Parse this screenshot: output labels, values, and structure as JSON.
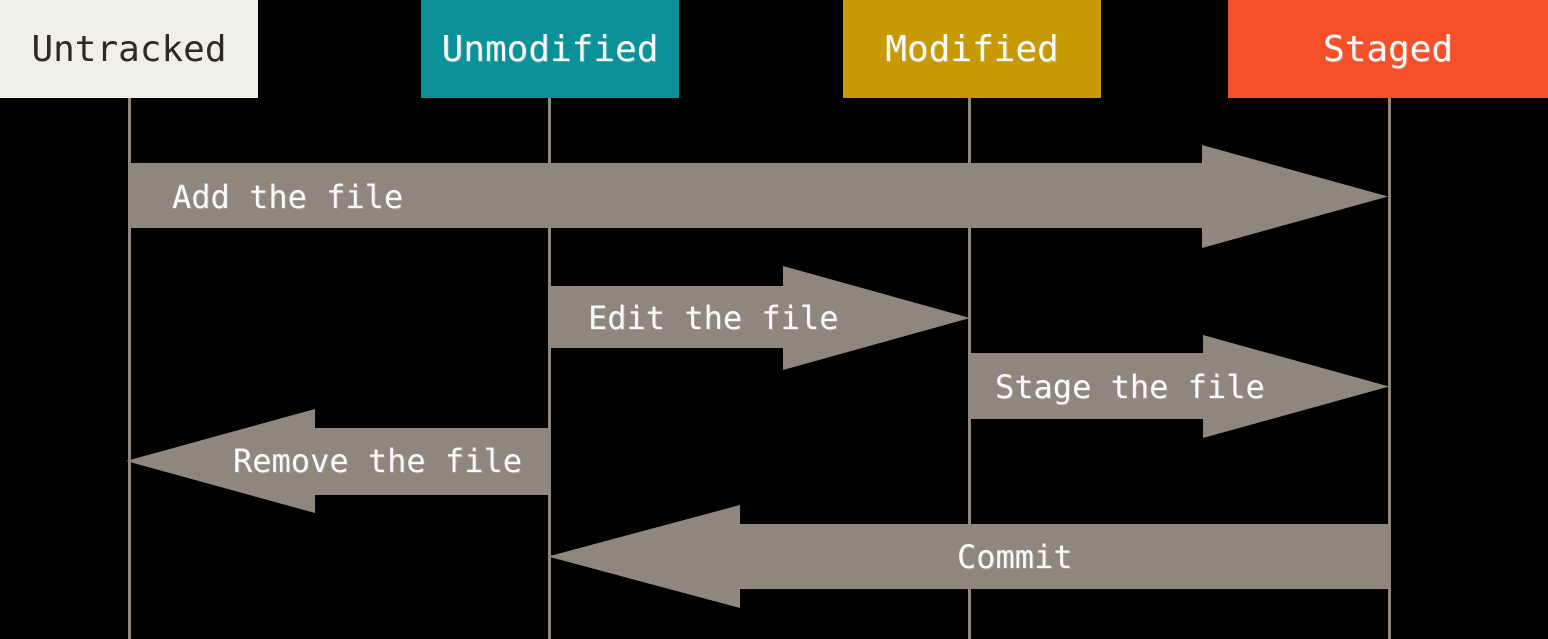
{
  "diagram": {
    "background_color": "#000000",
    "arrow_color": "#8F877E",
    "lifeline_color": "#8F877E"
  },
  "states": [
    {
      "label": "Untracked",
      "color": "#F0EFE5",
      "text_color": "#2D2A24"
    },
    {
      "label": "Unmodified",
      "color": "#0A9298",
      "text_color": "#FAFAFA"
    },
    {
      "label": "Modified",
      "color": "#C79A03",
      "text_color": "#FAFAFA"
    },
    {
      "label": "Staged",
      "color": "#F4502A",
      "text_color": "#FAFAFA"
    }
  ],
  "transitions": [
    {
      "label": "Add the file",
      "from": "Untracked",
      "to": "Staged",
      "direction": "right"
    },
    {
      "label": "Edit the file",
      "from": "Unmodified",
      "to": "Modified",
      "direction": "right"
    },
    {
      "label": "Stage the file",
      "from": "Modified",
      "to": "Staged",
      "direction": "right"
    },
    {
      "label": "Remove the file",
      "from": "Unmodified",
      "to": "Untracked",
      "direction": "left"
    },
    {
      "label": "Commit",
      "from": "Staged",
      "to": "Unmodified",
      "direction": "left"
    }
  ]
}
